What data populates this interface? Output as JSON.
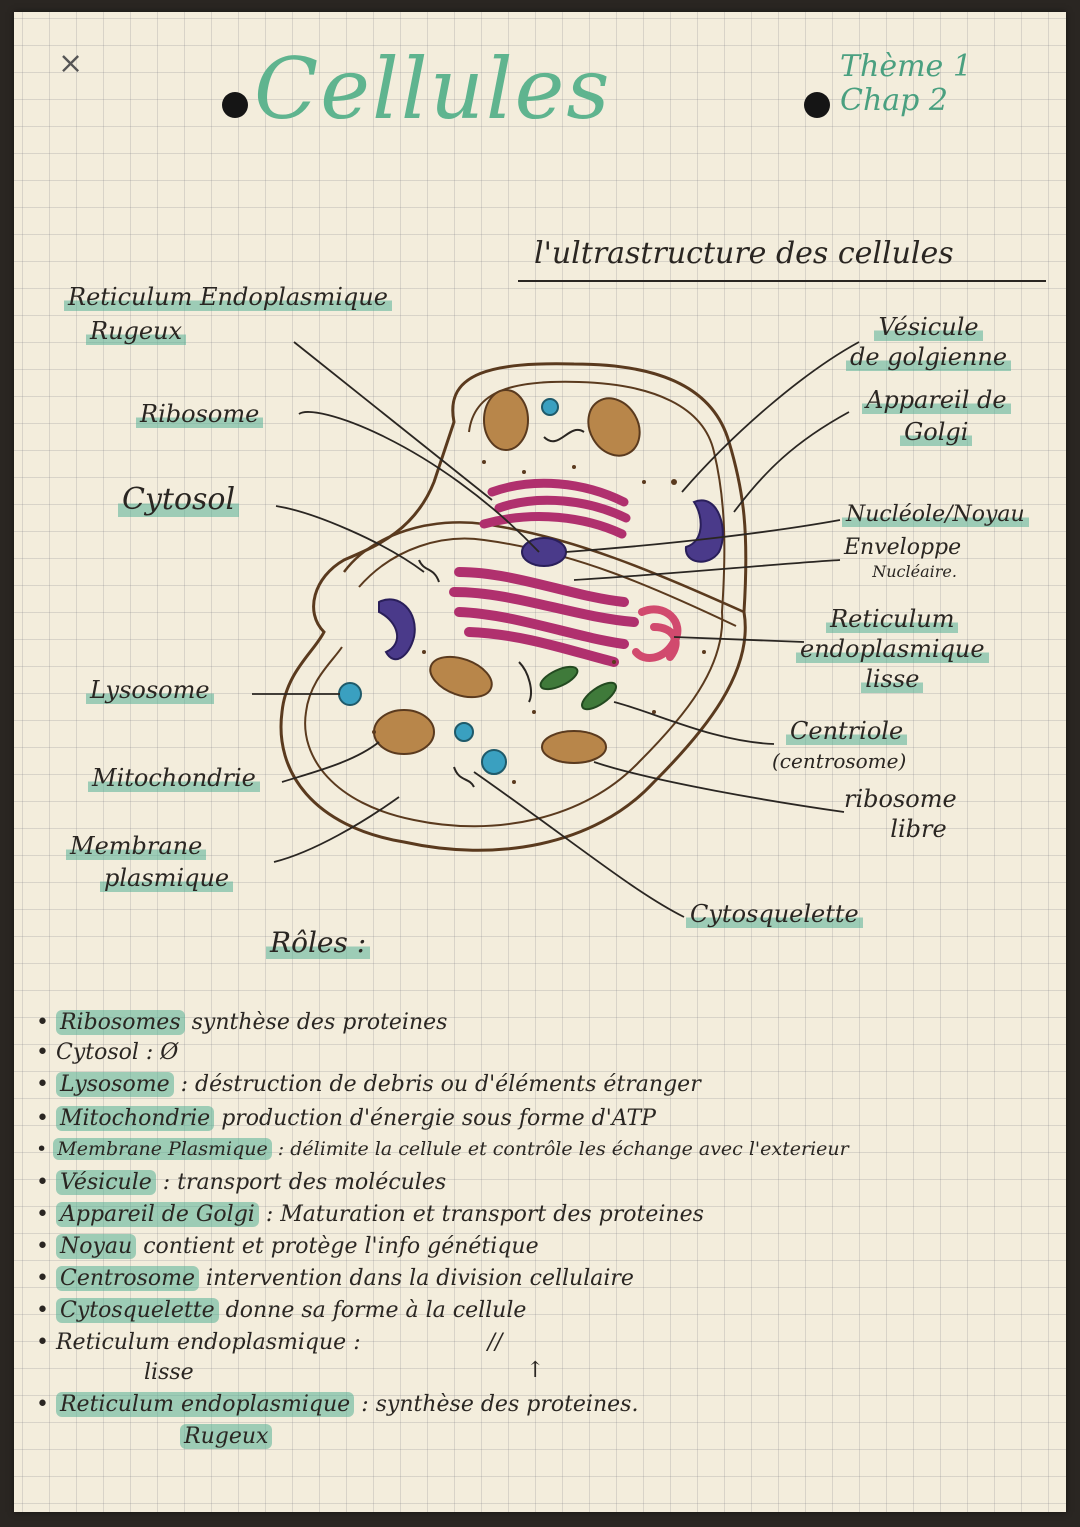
{
  "header": {
    "close_mark": "×",
    "title": "Cellules",
    "theme_line1": "Thème 1",
    "theme_line2": "Chap 2"
  },
  "diagram": {
    "subtitle": "l'ultrastructure des cellules",
    "labels_left": {
      "rer": [
        "Reticulum Endoplasmique",
        "Rugeux"
      ],
      "ribosome": "Ribosome",
      "cytosol": "Cytosol",
      "lysosome": "Lysosome",
      "mitochondrie": "Mitochondrie",
      "membrane": [
        "Membrane",
        "plasmique"
      ]
    },
    "labels_right": {
      "vesicule": [
        "Vésicule",
        "de golgienne"
      ],
      "golgi": [
        "Appareil de",
        "Golgi"
      ],
      "nucleole": "Nucléole/Noyau",
      "enveloppe": [
        "Enveloppe",
        "Nucléaire."
      ],
      "rel": [
        "Reticulum",
        "endoplasmique",
        "lisse"
      ],
      "centriole": [
        "Centriole",
        "(centrosome)"
      ],
      "ribosome_libre": [
        "ribosome",
        "libre"
      ],
      "cytosquelette": "Cytosquelette"
    },
    "colors": {
      "outline": "#5a3a1e",
      "mitochondria": "#b8864a",
      "er": "#b0306e",
      "nucleus": "#4a3a8a",
      "lysosome": "#3aa0c0",
      "centriole": "#3f7a3a",
      "highlight": "#56b096"
    }
  },
  "roles": {
    "heading": "Rôles :",
    "items": [
      {
        "key": "Ribosomes",
        "text": "synthèse des proteines"
      },
      {
        "key": "Cytosol",
        "text": ": Ø"
      },
      {
        "key": "Lysosome",
        "text": ": déstruction de debris ou d'éléments étranger"
      },
      {
        "key": "Mitochondrie",
        "text": "production d'énergie sous forme d'ATP"
      },
      {
        "key": "Membrane Plasmique",
        "text": ": délimite la cellule et contrôle les échange avec l'exterieur"
      },
      {
        "key": "Vésicule",
        "text": ": transport des molécules"
      },
      {
        "key": "Appareil de Golgi",
        "text": ": Maturation et transport des proteines"
      },
      {
        "key": "Noyau",
        "text": "contient et protège l'info génétique"
      },
      {
        "key": "Centrosome",
        "text": "intervention dans la division cellulaire"
      },
      {
        "key": "Cytosquelette",
        "text": "donne sa forme à la cellule"
      },
      {
        "key": "Reticulum endoplasmique",
        "text": ":"
      },
      {
        "key": "lisse",
        "text": ""
      },
      {
        "key": "Reticulum endoplasmique",
        "text": ": synthèse des proteines."
      },
      {
        "key": "Rugeux",
        "text": ""
      }
    ],
    "ditto": "//",
    "arrow": "↑"
  }
}
